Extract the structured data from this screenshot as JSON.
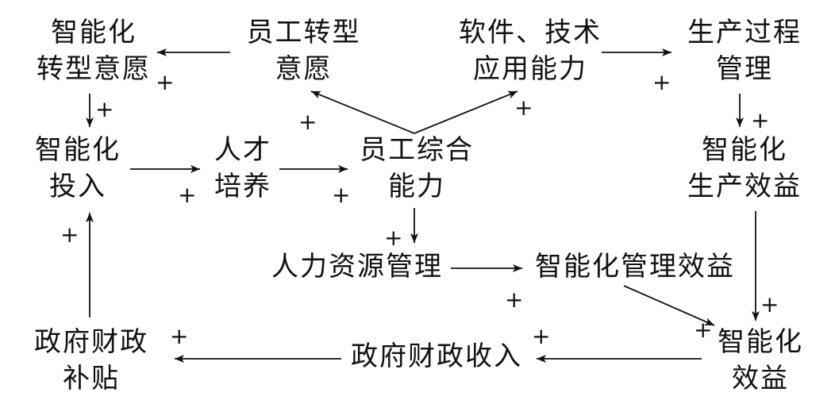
{
  "nodes": {
    "zhinenghua_zhuanxing_yiyuan": [
      "智能化",
      "转型意愿"
    ],
    "yuangong_zhuanxing_yiyuan": [
      "员工转型",
      "意愿"
    ],
    "ruanjian_jishu": [
      "软件、技术",
      "应用能力"
    ],
    "shengchan_guocheng": [
      "生产过程",
      "管理"
    ],
    "zhinenghua_touru": [
      "智能化",
      "投入"
    ],
    "rencai_peiyang": [
      "人才",
      "培养"
    ],
    "yuangong_zonghe_nengli": [
      "员工综合",
      "能力"
    ],
    "zhinenghua_shengchan_xiaoyi": [
      "智能化",
      "生产效益"
    ],
    "renli_ziyuan_guanli": [
      "人力资源管理"
    ],
    "zhinenghua_guanli_xiaoyi": [
      "智能化管理效益"
    ],
    "zhengfu_caizheng_butie": [
      "政府财政",
      "补贴"
    ],
    "zhengfu_caizheng_shouru": [
      "政府财政收入"
    ],
    "zhinenghua_xiaoyi": [
      "智能化",
      "效益"
    ]
  },
  "polarity_sign": "+",
  "edges": [
    {
      "from": "yuangong_zhuanxing_yiyuan",
      "to": "zhinenghua_zhuanxing_yiyuan",
      "polarity": "+"
    },
    {
      "from": "ruanjian_jishu",
      "to": "shengchan_guocheng",
      "polarity": "+"
    },
    {
      "from": "zhinenghua_zhuanxing_yiyuan",
      "to": "zhinenghua_touru",
      "polarity": "+"
    },
    {
      "from": "yuangong_zonghe_nengli",
      "to": "yuangong_zhuanxing_yiyuan",
      "polarity": "+"
    },
    {
      "from": "yuangong_zonghe_nengli",
      "to": "ruanjian_jishu",
      "polarity": "+"
    },
    {
      "from": "shengchan_guocheng",
      "to": "zhinenghua_shengchan_xiaoyi",
      "polarity": "+"
    },
    {
      "from": "zhinenghua_touru",
      "to": "rencai_peiyang",
      "polarity": "+"
    },
    {
      "from": "rencai_peiyang",
      "to": "yuangong_zonghe_nengli",
      "polarity": "+"
    },
    {
      "from": "yuangong_zonghe_nengli",
      "to": "renli_ziyuan_guanli",
      "polarity": "+"
    },
    {
      "from": "renli_ziyuan_guanli",
      "to": "zhinenghua_guanli_xiaoyi",
      "polarity": "+"
    },
    {
      "from": "zhinenghua_shengchan_xiaoyi",
      "to": "zhinenghua_xiaoyi",
      "polarity": "+"
    },
    {
      "from": "zhinenghua_guanli_xiaoyi",
      "to": "zhinenghua_xiaoyi",
      "polarity": "+"
    },
    {
      "from": "zhinenghua_xiaoyi",
      "to": "zhengfu_caizheng_shouru",
      "polarity": "+"
    },
    {
      "from": "zhengfu_caizheng_shouru",
      "to": "zhengfu_caizheng_butie",
      "polarity": "+"
    },
    {
      "from": "zhengfu_caizheng_butie",
      "to": "zhinenghua_touru",
      "polarity": "+"
    }
  ],
  "colors": {
    "ink": "#111111",
    "background": "#ffffff"
  }
}
